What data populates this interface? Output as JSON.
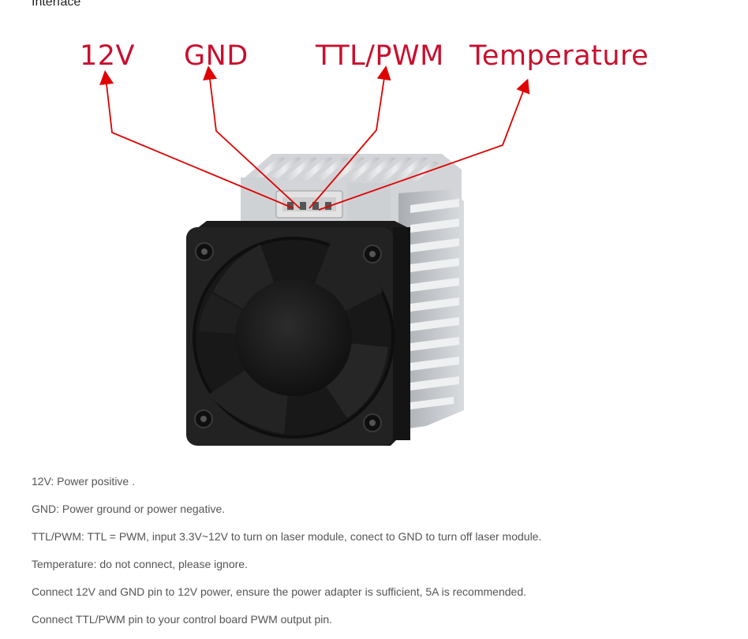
{
  "section": {
    "heading": "Interface"
  },
  "colors": {
    "label": "#c8102e",
    "arrow": "#e00000",
    "text": "#555555"
  },
  "icons": [
    "laser-module-image",
    "cooling-fan-icon",
    "heatsink-fins",
    "connector-icon"
  ],
  "pins": [
    {
      "label": "12V"
    },
    {
      "label": "GND"
    },
    {
      "label": "TTL/PWM"
    },
    {
      "label": "Temperature"
    }
  ],
  "descriptions": [
    "12V: Power positive .",
    "GND: Power ground or power negative.",
    "TTL/PWM: TTL = PWM, input 3.3V~12V to turn on laser module, conect to GND to turn off laser module.",
    "Temperature: do not connect, please ignore.",
    "Connect 12V and GND pin to 12V power, ensure the power adapter is sufficient, 5A is recommended.",
    "Connect TTL/PWM pin to your control board PWM output pin."
  ]
}
